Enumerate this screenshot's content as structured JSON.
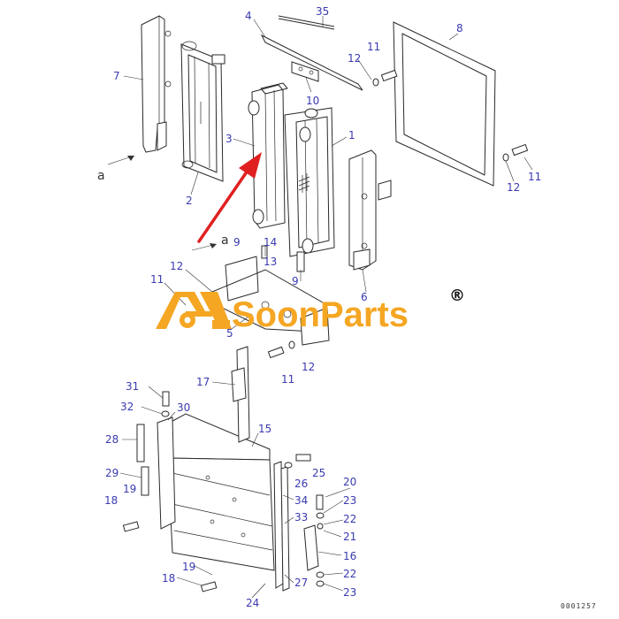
{
  "brand": {
    "name": "SoonParts",
    "registered_mark": "®",
    "color": "#f5a623"
  },
  "arrow_color": "#e02020",
  "callout_color": "#3a3ab0",
  "reference_letters": [
    "a",
    "a"
  ],
  "serial": "0001257",
  "callouts": [
    {
      "id": "c35",
      "text": "35"
    },
    {
      "id": "c4",
      "text": "4"
    },
    {
      "id": "c8",
      "text": "8"
    },
    {
      "id": "c7",
      "text": "7"
    },
    {
      "id": "c11a",
      "text": "11"
    },
    {
      "id": "c12a",
      "text": "12"
    },
    {
      "id": "c10",
      "text": "10"
    },
    {
      "id": "c3",
      "text": "3"
    },
    {
      "id": "c1",
      "text": "1"
    },
    {
      "id": "c2",
      "text": "2"
    },
    {
      "id": "c12b",
      "text": "12"
    },
    {
      "id": "c11b",
      "text": "11"
    },
    {
      "id": "c9a",
      "text": "9"
    },
    {
      "id": "c14",
      "text": "14"
    },
    {
      "id": "c13",
      "text": "13"
    },
    {
      "id": "c9b",
      "text": "9"
    },
    {
      "id": "c12c",
      "text": "12"
    },
    {
      "id": "c11c",
      "text": "11"
    },
    {
      "id": "c6",
      "text": "6"
    },
    {
      "id": "c5",
      "text": "5"
    },
    {
      "id": "c11d",
      "text": "11"
    },
    {
      "id": "c12d",
      "text": "12"
    },
    {
      "id": "c31",
      "text": "31"
    },
    {
      "id": "c17",
      "text": "17"
    },
    {
      "id": "c32",
      "text": "32"
    },
    {
      "id": "c30",
      "text": "30"
    },
    {
      "id": "c15",
      "text": "15"
    },
    {
      "id": "c28",
      "text": "28"
    },
    {
      "id": "c25",
      "text": "25"
    },
    {
      "id": "c29",
      "text": "29"
    },
    {
      "id": "c26",
      "text": "26"
    },
    {
      "id": "c20",
      "text": "20"
    },
    {
      "id": "c19a",
      "text": "19"
    },
    {
      "id": "c34",
      "text": "34"
    },
    {
      "id": "c23a",
      "text": "23"
    },
    {
      "id": "c18a",
      "text": "18"
    },
    {
      "id": "c33",
      "text": "33"
    },
    {
      "id": "c22a",
      "text": "22"
    },
    {
      "id": "c21",
      "text": "21"
    },
    {
      "id": "c16",
      "text": "16"
    },
    {
      "id": "c19b",
      "text": "19"
    },
    {
      "id": "c18b",
      "text": "18"
    },
    {
      "id": "c27",
      "text": "27"
    },
    {
      "id": "c22b",
      "text": "22"
    },
    {
      "id": "c24",
      "text": "24"
    },
    {
      "id": "c23b",
      "text": "23"
    }
  ]
}
